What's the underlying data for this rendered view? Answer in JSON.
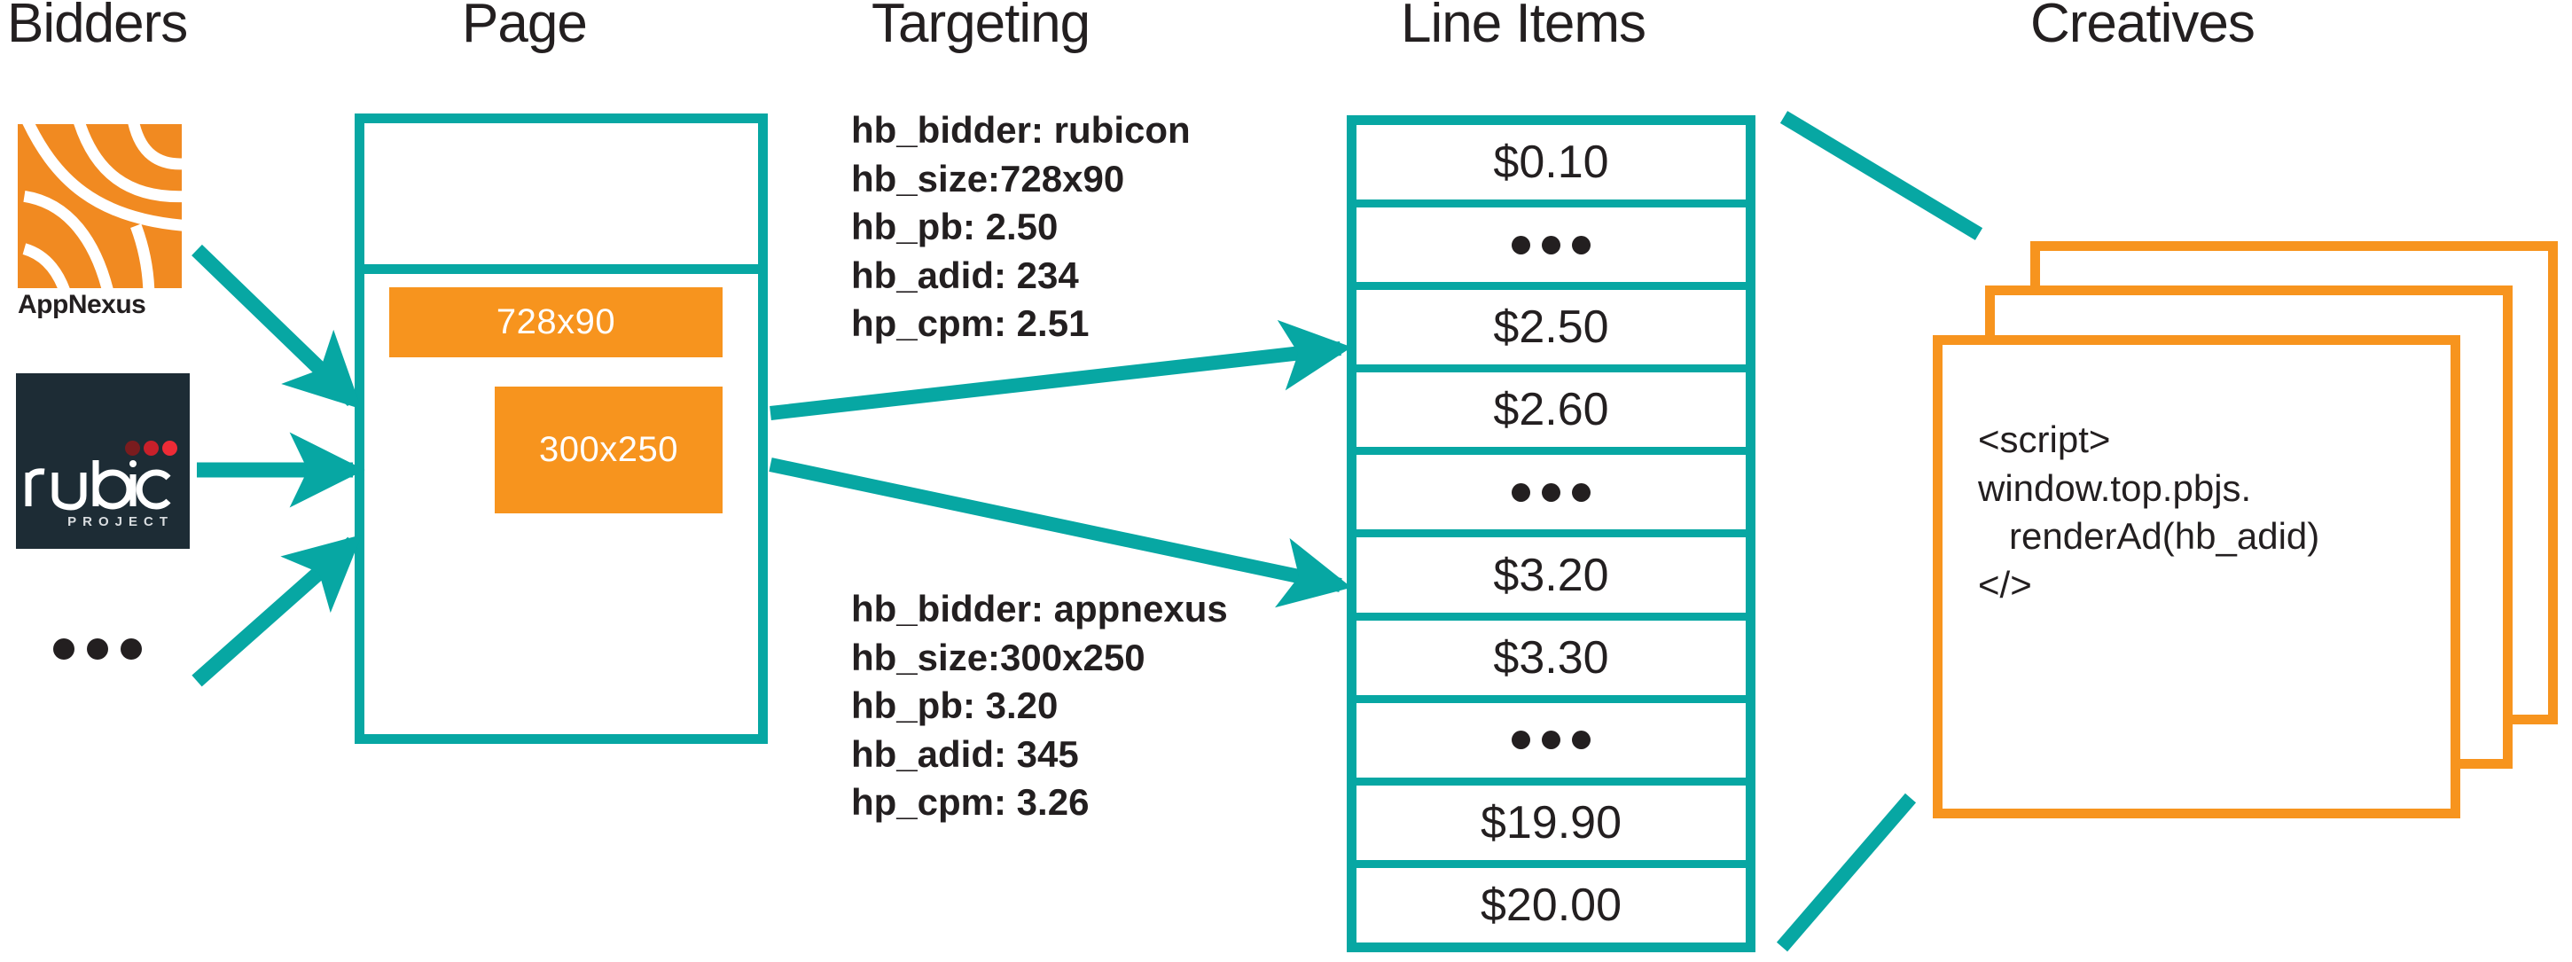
{
  "colors": {
    "teal": "#07a7a3",
    "orange": "#f7941e",
    "appnexus_orange": "#f18a21",
    "rubicon_navy": "#1d2c35",
    "text": "#231f20",
    "white": "#ffffff"
  },
  "columns": [
    {
      "id": "bidders",
      "label": "Bidders"
    },
    {
      "id": "page",
      "label": "Page"
    },
    {
      "id": "targeting",
      "label": "Targeting"
    },
    {
      "id": "line_items",
      "label": "Line Items"
    },
    {
      "id": "creatives",
      "label": "Creatives"
    }
  ],
  "bidders": {
    "appnexus": {
      "name": "AppNexus",
      "icon": "appnexus-logo-icon"
    },
    "rubicon": {
      "name": "rubicon",
      "subtitle": "PROJECT",
      "icon": "rubicon-project-logo-icon",
      "dot_colors": [
        "#7a1c1e",
        "#c8202a",
        "#ee2b36"
      ]
    },
    "more": "•••"
  },
  "page": {
    "ad_slots": [
      {
        "id": "leaderboard",
        "label": "728x90"
      },
      {
        "id": "medium-rectangle",
        "label": "300x250"
      }
    ]
  },
  "targeting": {
    "blocks": [
      {
        "id": "rubicon-targeting",
        "lines": [
          "hb_bidder: rubicon",
          "hb_size:728x90",
          "hb_pb: 2.50",
          "hb_adid: 234",
          "hp_cpm: 2.51"
        ]
      },
      {
        "id": "appnexus-targeting",
        "lines": [
          "hb_bidder: appnexus",
          "hb_size:300x250",
          "hb_pb: 3.20",
          "hb_adid: 345",
          "hp_cpm: 3.26"
        ]
      }
    ]
  },
  "line_items": {
    "rows": [
      {
        "value": "$0.10",
        "type": "price"
      },
      {
        "value": "•••",
        "type": "ellipsis"
      },
      {
        "value": "$2.50",
        "type": "price"
      },
      {
        "value": "$2.60",
        "type": "price"
      },
      {
        "value": "•••",
        "type": "ellipsis"
      },
      {
        "value": "$3.20",
        "type": "price"
      },
      {
        "value": "$3.30",
        "type": "price"
      },
      {
        "value": "•••",
        "type": "ellipsis"
      },
      {
        "value": "$19.90",
        "type": "price"
      },
      {
        "value": "$20.00",
        "type": "price"
      }
    ]
  },
  "creatives": {
    "stack_count": 3,
    "code": "<script>\nwindow.top.pbjs.\n   renderAd(hb_adid)\n</>"
  }
}
